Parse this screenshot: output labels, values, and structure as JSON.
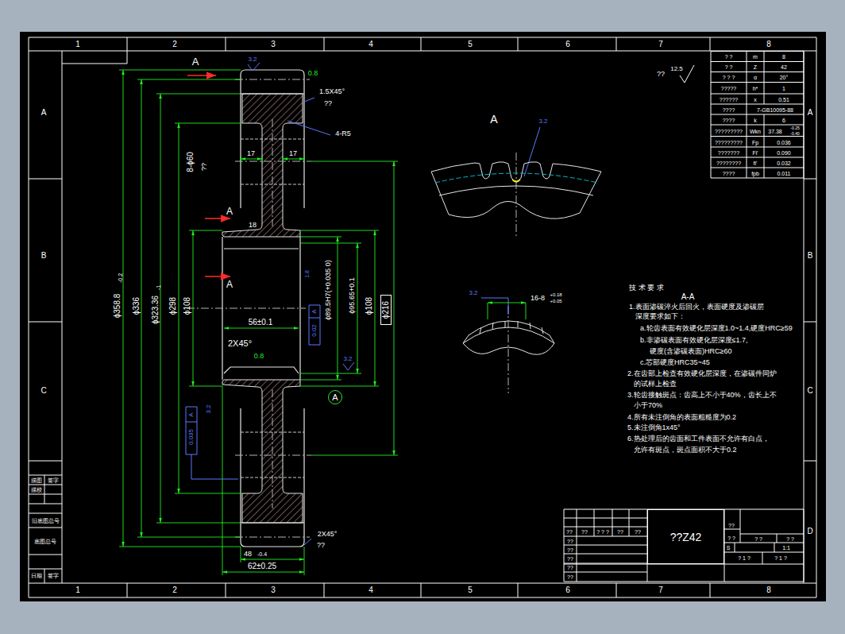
{
  "diagram": {
    "nodes": [
      {
        "text": [
          "A"
        ]
      },
      {
        "text": [
          "ϕ216"
        ]
      },
      {
        "text": [
          "??Z42"
        ]
      }
    ],
    "labels": [
      "1",
      "2",
      "3",
      "4",
      "5",
      "6",
      "7",
      "8",
      "1",
      "2",
      "3",
      "4",
      "5",
      "6",
      "7",
      "8",
      "A",
      "B",
      "C",
      "A",
      "B",
      "C",
      "D",
      "A",
      "3.2",
      "0.8",
      "1.5X45°",
      "??",
      "4-R5",
      "8-ϕ60",
      "??",
      "17",
      "17",
      "A",
      "18",
      "1.8",
      "A",
      "ϕ358.8",
      "-0.2",
      "ϕ336",
      "ϕ323.36",
      "-1",
      "ϕ298",
      "ϕ108",
      "ϕ89.5H7(+0.035 0)",
      "ϕ95.65+0.1",
      "ϕ108",
      "56±0.1",
      "A",
      "0.02",
      "2X45°",
      "0.8",
      "3.2",
      "3.2",
      "A",
      "0.035",
      "2X45°",
      "??",
      "48",
      "-0.4",
      "62±0.25",
      "A",
      "3.2",
      "3.2",
      "16-8",
      "+0.18",
      "+0.05",
      "A-A",
      "??",
      "12.5",
      "技 术 要 求",
      "1.表面渗碳淬火后回火，表面硬度及渗碳层",
      "深度要求如下：",
      "a.轮齿表面有效硬化层深度1.0~1.4,硬度HRC≥59",
      "b.非渗碳表面有效硬化层深度≤1.7,",
      "硬度(含渗碳表面)HRC≥60",
      "c.芯部硬度HRC35~45",
      "2.在齿部上检查有效硬化层深度，在渗碳件同炉",
      "的试样上检查",
      "3.轮齿接触斑点：齿高上不小于40%，齿长上不",
      "小于70%",
      "4.所有未注倒角的表面粗糙度为0.2",
      "5.未注倒角1x45°",
      "6.热处理后的齿面和工件表面不允许有白点，",
      "允许有斑点，斑点面积不大于0.2",
      "? ?",
      "m",
      "8",
      "? ?",
      "Z",
      "42",
      "? ? ?",
      "α",
      "20°",
      "?????",
      "h*",
      "1",
      "??????",
      "x",
      "0.51",
      "????",
      "7-GB10095-88",
      "????",
      "k",
      "6",
      "?????????",
      "Wkn",
      "37.38",
      "-0.25",
      "-0.40",
      "?????????",
      "Fp",
      "0.036",
      "???????",
      "Fi'",
      "0.090",
      "????????",
      "fi'",
      "0.032",
      "????",
      "fpb",
      "0.011",
      "描图",
      "签字",
      "描校",
      "旧底图总号",
      "底图总号",
      "日期",
      "签字",
      "??",
      "??",
      "? ? ?",
      "??",
      "??",
      "??",
      "??",
      "??",
      "??",
      "??",
      "??",
      "? ?",
      "? ?",
      "? ?",
      "S",
      "1:1",
      "? 1 ?",
      "? 1 ?"
    ]
  }
}
